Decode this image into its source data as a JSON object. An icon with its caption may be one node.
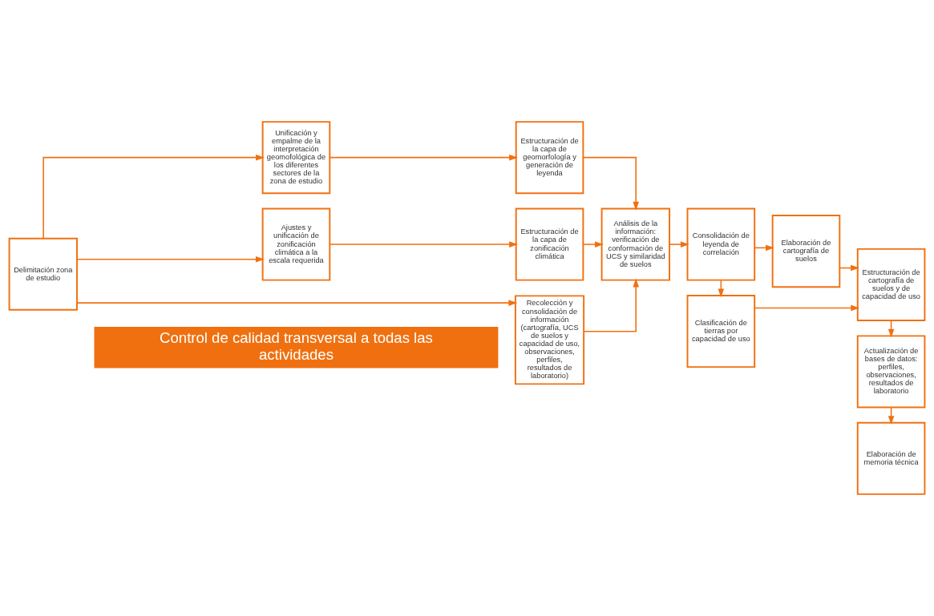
{
  "diagram": {
    "nodes": [
      {
        "text": [
          "Delimitación zona de estudio"
        ]
      },
      {
        "text": [
          "Unificación y empalme de la interpretación geomofológica de los diferentes sectores de la zona de estudio"
        ]
      },
      {
        "text": [
          "Estructuración de la capa de geomorfología y generación de leyenda"
        ]
      },
      {
        "text": [
          "Ajustes y unificación de zonificación climática a la escala requerida"
        ]
      },
      {
        "text": [
          "Estructuración de la capa de zonificación climática"
        ]
      },
      {
        "text": [
          "Recolección y consolidación de información (cartografía, UCS de suelos y capacidad de uso, observaciones, perfiles, resultados de laboratorio)"
        ]
      },
      {
        "text": [
          "Análisis de la información: verificación de conformación de UCS y similaridad de suelos"
        ]
      },
      {
        "text": [
          "Consolidación de leyenda de correlación"
        ]
      },
      {
        "text": [
          "Elaboración de cartografía de suelos"
        ]
      },
      {
        "text": [
          "Clasificación de tierras por capacidad de uso"
        ]
      },
      {
        "text": [
          "Estructuración de cartografía de suelos y de capacidad de uso"
        ]
      },
      {
        "text": [
          "Actualización de bases de datos: perfiles, observaciones, resultados de laboratorio"
        ]
      },
      {
        "text": [
          "Elaboración de memoria técnica"
        ]
      },
      {
        "text": [
          "Control de calidad transversal a todas las actividades"
        ]
      }
    ],
    "edges": [
      {
        "from": 0,
        "to": 1,
        "arrow": "to"
      },
      {
        "from": 0,
        "to": 3,
        "arrow": "to"
      },
      {
        "from": 0,
        "to": 5,
        "arrow": "to"
      },
      {
        "from": 1,
        "to": 2,
        "arrow": "to"
      },
      {
        "from": 3,
        "to": 4,
        "arrow": "to"
      },
      {
        "from": 2,
        "to": 6,
        "arrow": "to"
      },
      {
        "from": 4,
        "to": 6,
        "arrow": "to"
      },
      {
        "from": 5,
        "to": 6,
        "arrow": "to"
      },
      {
        "from": 6,
        "to": 7,
        "arrow": "to"
      },
      {
        "from": 7,
        "to": 8,
        "arrow": "to"
      },
      {
        "from": 7,
        "to": 9,
        "arrow": "to"
      },
      {
        "from": 8,
        "to": 10,
        "arrow": "to"
      },
      {
        "from": 9,
        "to": 10,
        "arrow": "to"
      },
      {
        "from": 10,
        "to": 11,
        "arrow": "to"
      },
      {
        "from": 11,
        "to": 12,
        "arrow": "to"
      }
    ]
  }
}
